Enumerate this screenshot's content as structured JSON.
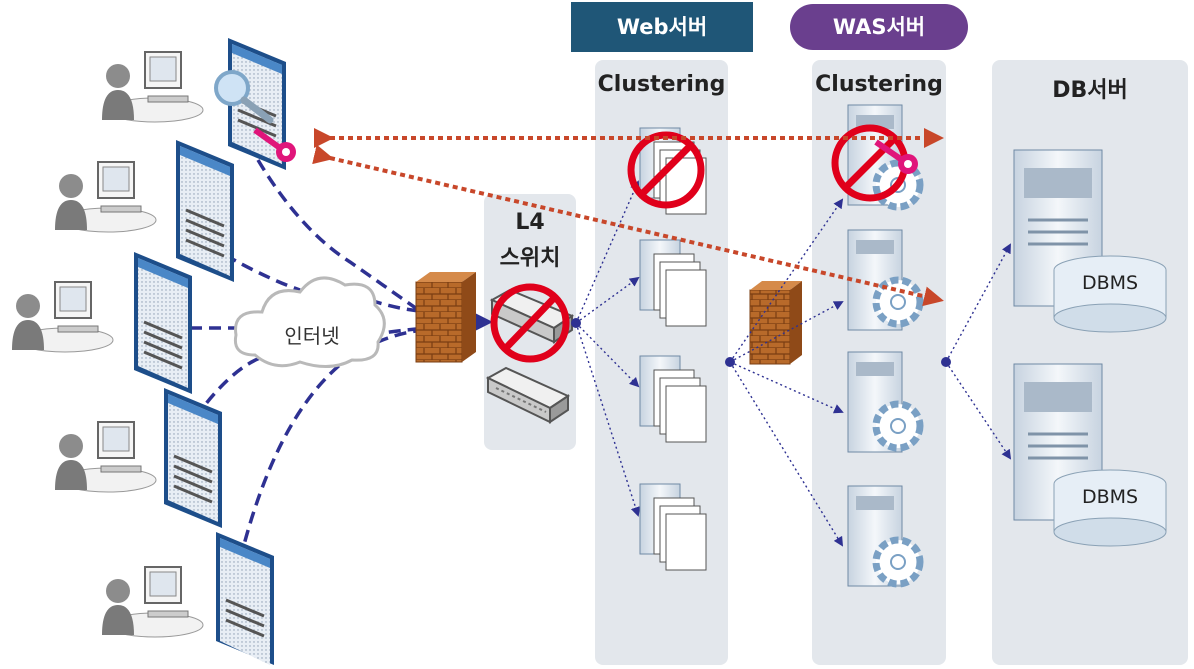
{
  "headers": {
    "web": "Web서버",
    "was": "WAS서버"
  },
  "columns": {
    "web_clustering": "Clustering",
    "was_clustering": "Clustering",
    "db": "DB서버",
    "l4_line1": "L4",
    "l4_line2": "스위치"
  },
  "internet": "인터넷",
  "dbms": [
    "DBMS",
    "DBMS"
  ],
  "colors": {
    "web_header": "#1f5677",
    "was_header": "#6a3f8e",
    "panel": "#e3e7ec",
    "dash_line": "#2e3192",
    "attack_arrow": "#c8472a",
    "prohibit": "#e0001b",
    "firewall": "#b5651d"
  }
}
